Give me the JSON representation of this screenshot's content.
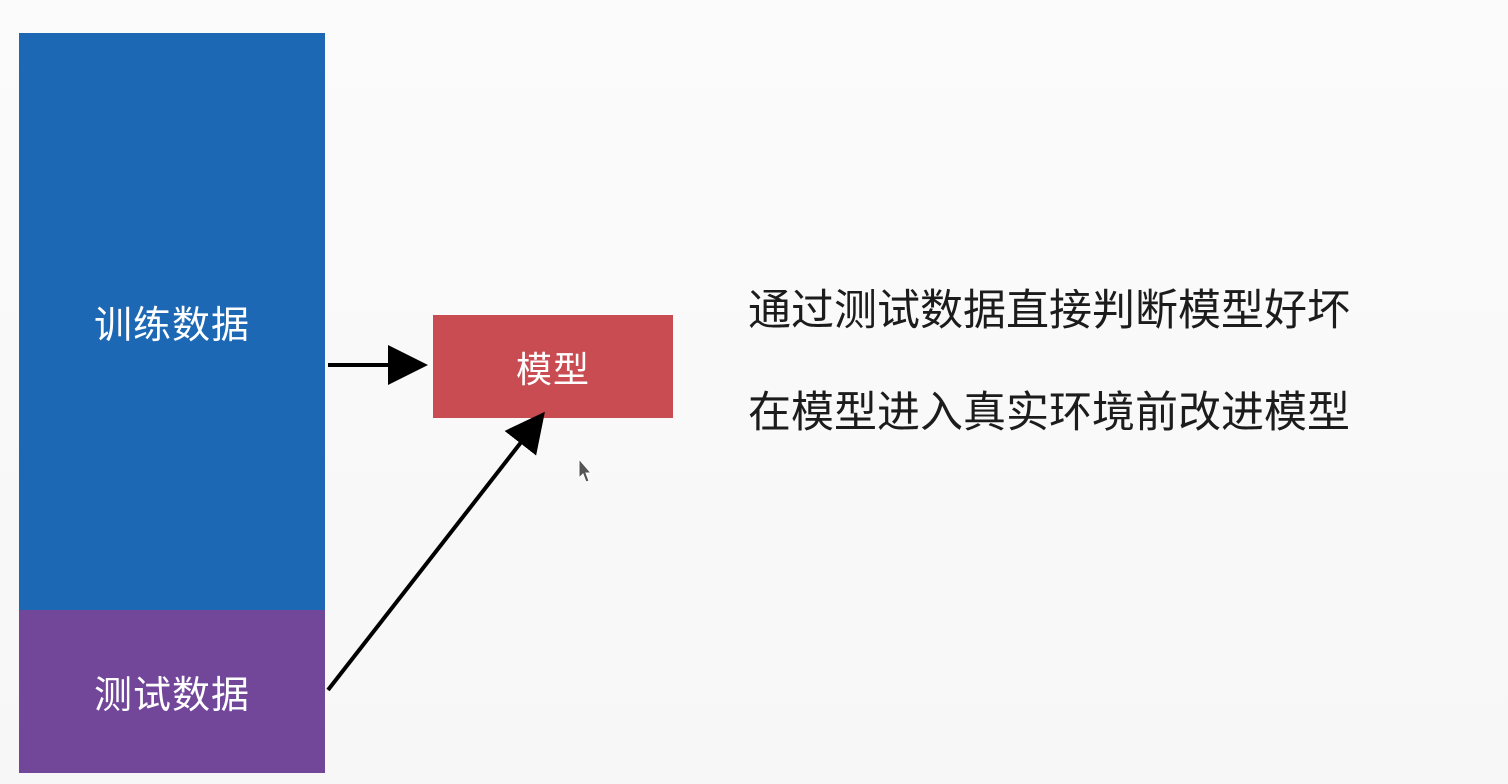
{
  "diagram": {
    "training_data_label": "训练数据",
    "test_data_label": "测试数据",
    "model_label": "模型"
  },
  "notes": [
    "通过测试数据直接判断模型好坏",
    "在模型进入真实环境前改进模型"
  ],
  "colors": {
    "training_block": "#1d68b4",
    "test_block": "#72479a",
    "model_block": "#c94c53",
    "arrow": "#000000"
  }
}
